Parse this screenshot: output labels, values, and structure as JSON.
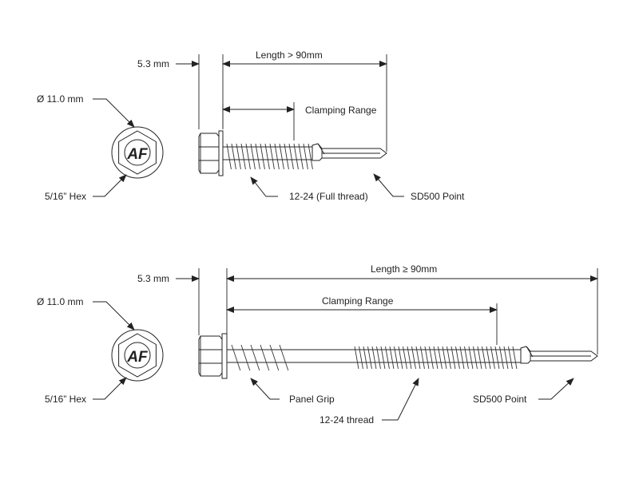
{
  "diagram_top": {
    "head_height": "5.3 mm",
    "length": "Length > 90mm",
    "clamping_range": "Clamping Range",
    "washer_diameter": "Ø 11.0 mm",
    "hex": "5/16” Hex",
    "thread": "12-24 (Full thread)",
    "point": "SD500 Point",
    "logo": "AF"
  },
  "diagram_bottom": {
    "head_height": "5.3 mm",
    "length": "Length ≥ 90mm",
    "clamping_range": "Clamping Range",
    "washer_diameter": "Ø 11.0 mm",
    "hex": "5/16” Hex",
    "grip": "Panel Grip",
    "thread": "12-24 thread",
    "point": "SD500 Point",
    "logo": "AF"
  },
  "colors": {
    "line": "#222222",
    "background": "#ffffff"
  }
}
